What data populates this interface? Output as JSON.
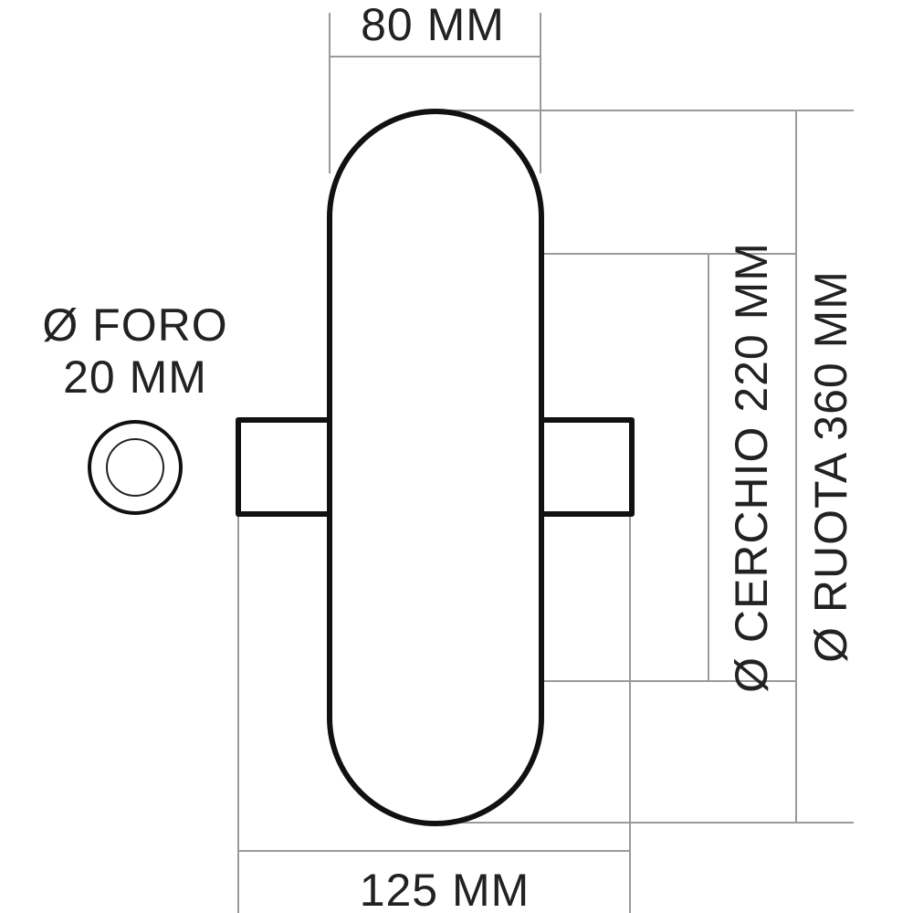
{
  "labels": {
    "width_top": "80 MM",
    "width_bottom": "125 MM",
    "hole_line1": "Ø FORO",
    "hole_line2": "20 MM",
    "rim": "Ø CERCHIO 220 MM",
    "wheel": "Ø RUOTA 360 MM"
  },
  "colors": {
    "outline": "#111111",
    "dimension_line": "#9a9a9a",
    "text": "#222222"
  }
}
